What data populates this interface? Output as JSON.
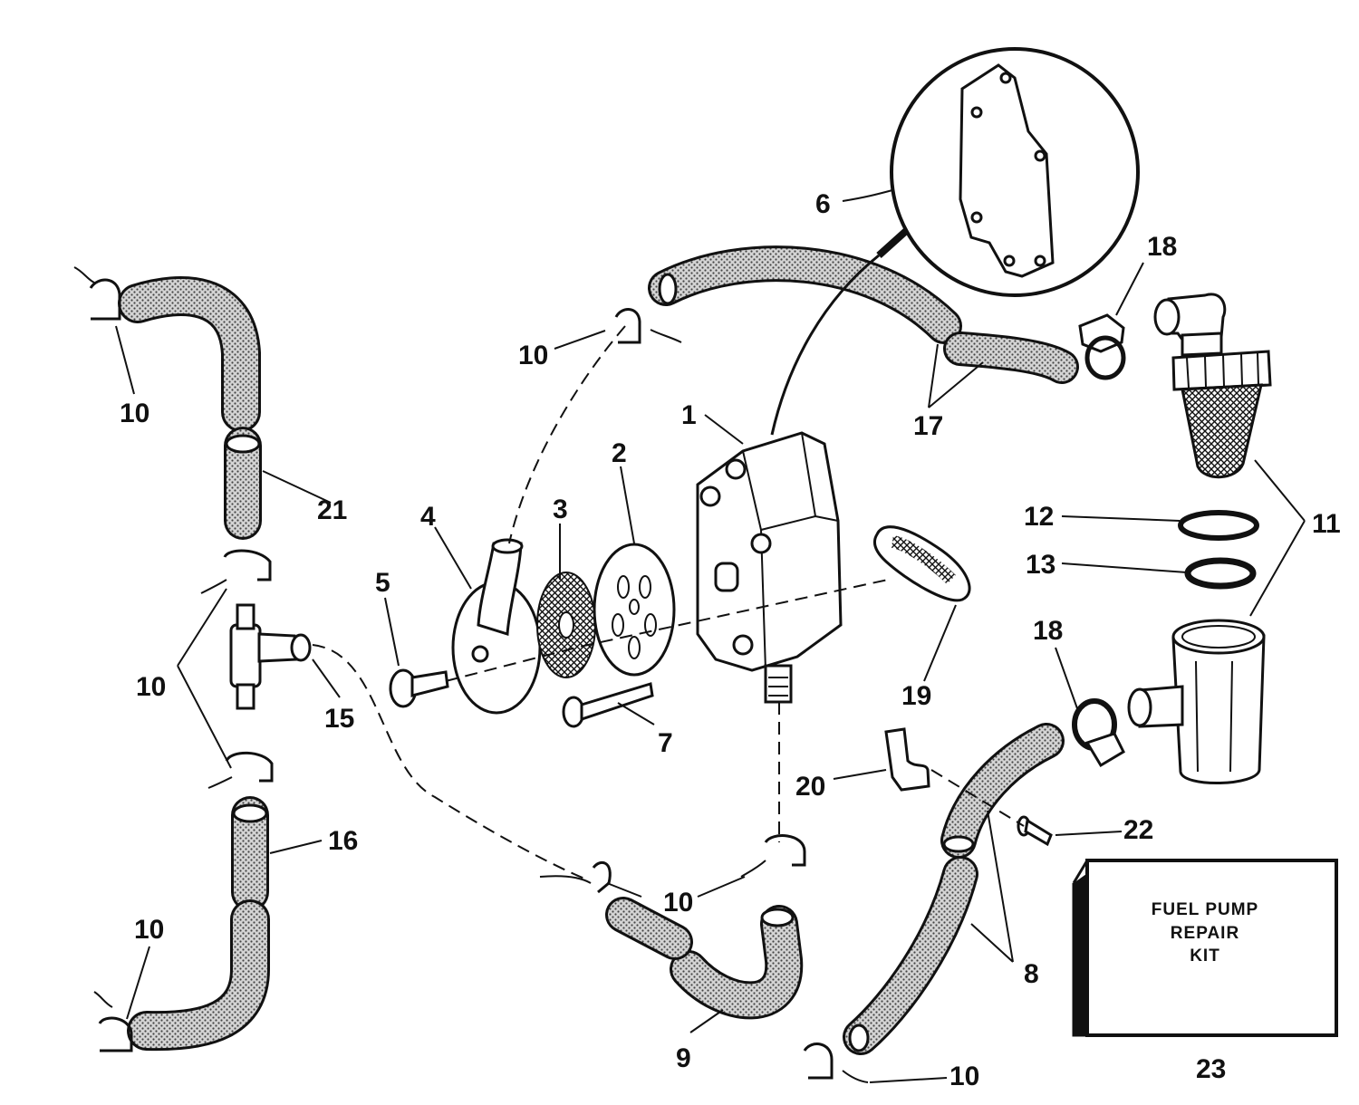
{
  "labels": {
    "l1": "1",
    "l2": "2",
    "l3": "3",
    "l4": "4",
    "l5": "5",
    "l6": "6",
    "l7": "7",
    "l8": "8",
    "l9": "9",
    "l10a": "10",
    "l10b": "10",
    "l10c": "10",
    "l10d": "10",
    "l10e": "10",
    "l10f": "10",
    "l11": "11",
    "l12": "12",
    "l13": "13",
    "l15": "15",
    "l16": "16",
    "l17": "17",
    "l18a": "18",
    "l18b": "18",
    "l19": "19",
    "l20": "20",
    "l21": "21",
    "l22": "22",
    "l23": "23"
  },
  "kit": {
    "line1": "FUEL PUMP",
    "line2": "REPAIR",
    "line3": "KIT"
  },
  "colors": {
    "ink": "#111111",
    "paper": "#ffffff",
    "hose_fill": "#bdbdbd"
  }
}
